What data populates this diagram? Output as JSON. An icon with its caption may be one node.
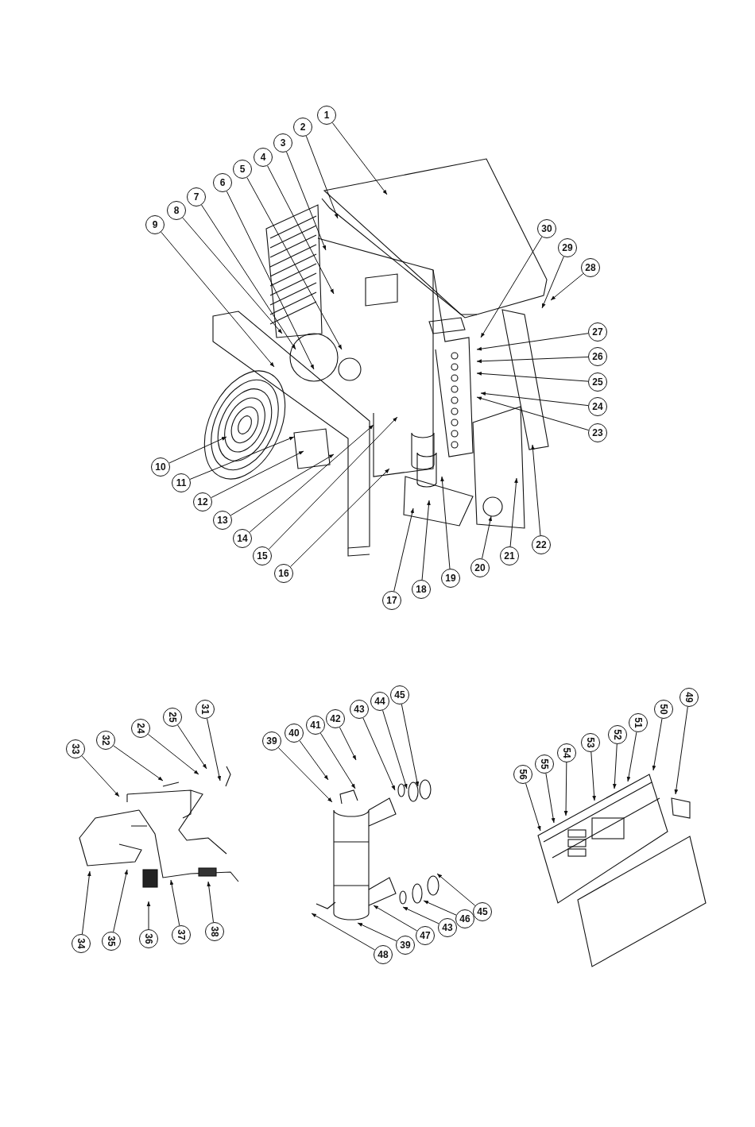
{
  "diagram": {
    "nodes": [
      {
        "text": [
          "1"
        ]
      },
      {
        "text": [
          "2"
        ]
      },
      {
        "text": [
          "3"
        ]
      },
      {
        "text": [
          "4"
        ]
      },
      {
        "text": [
          "5"
        ]
      },
      {
        "text": [
          "6"
        ]
      },
      {
        "text": [
          "7"
        ]
      },
      {
        "text": [
          "8"
        ]
      },
      {
        "text": [
          "9"
        ]
      },
      {
        "text": [
          "10"
        ]
      },
      {
        "text": [
          "11"
        ]
      },
      {
        "text": [
          "12"
        ]
      },
      {
        "text": [
          "13"
        ]
      },
      {
        "text": [
          "14"
        ]
      },
      {
        "text": [
          "15"
        ]
      },
      {
        "text": [
          "16"
        ]
      },
      {
        "text": [
          "17"
        ]
      },
      {
        "text": [
          "18"
        ]
      },
      {
        "text": [
          "19"
        ]
      },
      {
        "text": [
          "20"
        ]
      },
      {
        "text": [
          "21"
        ]
      },
      {
        "text": [
          "22"
        ]
      },
      {
        "text": [
          "23"
        ]
      },
      {
        "text": [
          "24"
        ]
      },
      {
        "text": [
          "25"
        ]
      },
      {
        "text": [
          "26"
        ]
      },
      {
        "text": [
          "27"
        ]
      },
      {
        "text": [
          "28"
        ]
      },
      {
        "text": [
          "29"
        ]
      },
      {
        "text": [
          "30"
        ]
      },
      {
        "text": [
          "33"
        ]
      },
      {
        "text": [
          "32"
        ]
      },
      {
        "text": [
          "24"
        ]
      },
      {
        "text": [
          "25"
        ]
      },
      {
        "text": [
          "31"
        ]
      },
      {
        "text": [
          "34"
        ]
      },
      {
        "text": [
          "35"
        ]
      },
      {
        "text": [
          "36"
        ]
      },
      {
        "text": [
          "37"
        ]
      },
      {
        "text": [
          "38"
        ]
      },
      {
        "text": [
          "39"
        ]
      },
      {
        "text": [
          "40"
        ]
      },
      {
        "text": [
          "41"
        ]
      },
      {
        "text": [
          "42"
        ]
      },
      {
        "text": [
          "43"
        ]
      },
      {
        "text": [
          "44"
        ]
      },
      {
        "text": [
          "45"
        ]
      },
      {
        "text": [
          "48"
        ]
      },
      {
        "text": [
          "39"
        ]
      },
      {
        "text": [
          "47"
        ]
      },
      {
        "text": [
          "43"
        ]
      },
      {
        "text": [
          "46"
        ]
      },
      {
        "text": [
          "45"
        ]
      },
      {
        "text": [
          "56"
        ]
      },
      {
        "text": [
          "55"
        ]
      },
      {
        "text": [
          "54"
        ]
      },
      {
        "text": [
          "53"
        ]
      },
      {
        "text": [
          "52"
        ]
      },
      {
        "text": [
          "51"
        ]
      },
      {
        "text": [
          "50"
        ]
      },
      {
        "text": [
          "49"
        ]
      },
      {
        "text": [],
        "shape": "picture"
      },
      {
        "text": [],
        "shape": "picture"
      },
      {
        "text": [],
        "shape": "picture"
      }
    ],
    "edges": [
      {
        "from": 0,
        "to": null,
        "arrow": "to"
      },
      {
        "from": 1,
        "to": null,
        "arrow": "to"
      },
      {
        "from": 2,
        "to": null,
        "arrow": "to"
      },
      {
        "from": 3,
        "to": null,
        "arrow": "to"
      },
      {
        "from": 4,
        "to": null,
        "arrow": "to"
      },
      {
        "from": 5,
        "to": null,
        "arrow": "to"
      },
      {
        "from": 6,
        "to": null,
        "arrow": "to"
      },
      {
        "from": 7,
        "to": null,
        "arrow": "to"
      },
      {
        "from": 8,
        "to": null,
        "arrow": "to"
      },
      {
        "from": 9,
        "to": null,
        "arrow": "to"
      },
      {
        "from": 10,
        "to": null,
        "arrow": "to"
      },
      {
        "from": 11,
        "to": null,
        "arrow": "to"
      },
      {
        "from": 12,
        "to": null,
        "arrow": "to"
      },
      {
        "from": 13,
        "to": null,
        "arrow": "to"
      },
      {
        "from": 14,
        "to": null,
        "arrow": "to"
      },
      {
        "from": 15,
        "to": null,
        "arrow": "to"
      },
      {
        "from": 16,
        "to": null,
        "arrow": "to"
      },
      {
        "from": 17,
        "to": null,
        "arrow": "to"
      },
      {
        "from": 18,
        "to": null,
        "arrow": "to"
      },
      {
        "from": 19,
        "to": null,
        "arrow": "to"
      },
      {
        "from": 20,
        "to": null,
        "arrow": "to"
      },
      {
        "from": 21,
        "to": null,
        "arrow": "to"
      },
      {
        "from": 22,
        "to": null,
        "arrow": "to"
      },
      {
        "from": 23,
        "to": null,
        "arrow": "to"
      },
      {
        "from": 24,
        "to": null,
        "arrow": "to"
      },
      {
        "from": 25,
        "to": null,
        "arrow": "to"
      },
      {
        "from": 26,
        "to": null,
        "arrow": "to"
      },
      {
        "from": 27,
        "to": null,
        "arrow": "to"
      },
      {
        "from": 28,
        "to": null,
        "arrow": "to"
      },
      {
        "from": 29,
        "to": null,
        "arrow": "to"
      },
      {
        "from": 30,
        "to": 61,
        "arrow": "to"
      },
      {
        "from": 31,
        "to": 61,
        "arrow": "to"
      },
      {
        "from": 32,
        "to": 61,
        "arrow": "to"
      },
      {
        "from": 33,
        "to": 61,
        "arrow": "to"
      },
      {
        "from": 34,
        "to": 61,
        "arrow": "to"
      },
      {
        "from": 35,
        "to": 61,
        "arrow": "to"
      },
      {
        "from": 36,
        "to": 61,
        "arrow": "to"
      },
      {
        "from": 37,
        "to": 61,
        "arrow": "to"
      },
      {
        "from": 38,
        "to": 61,
        "arrow": "to"
      },
      {
        "from": 39,
        "to": 61,
        "arrow": "to"
      },
      {
        "from": 40,
        "to": 62,
        "arrow": "to"
      },
      {
        "from": 41,
        "to": 62,
        "arrow": "to"
      },
      {
        "from": 42,
        "to": 62,
        "arrow": "to"
      },
      {
        "from": 43,
        "to": 62,
        "arrow": "to"
      },
      {
        "from": 44,
        "to": 62,
        "arrow": "to"
      },
      {
        "from": 45,
        "to": 62,
        "arrow": "to"
      },
      {
        "from": 46,
        "to": 62,
        "arrow": "to"
      },
      {
        "from": 47,
        "to": 62,
        "arrow": "to"
      },
      {
        "from": 48,
        "to": 62,
        "arrow": "to"
      },
      {
        "from": 49,
        "to": 62,
        "arrow": "to"
      },
      {
        "from": 50,
        "to": 62,
        "arrow": "to"
      },
      {
        "from": 51,
        "to": 62,
        "arrow": "to"
      },
      {
        "from": 52,
        "to": 62,
        "arrow": "to"
      },
      {
        "from": 53,
        "to": 63,
        "arrow": "to"
      },
      {
        "from": 54,
        "to": 63,
        "arrow": "to"
      },
      {
        "from": 55,
        "to": 63,
        "arrow": "to"
      },
      {
        "from": 56,
        "to": 63,
        "arrow": "to"
      },
      {
        "from": 57,
        "to": 63,
        "arrow": "to"
      },
      {
        "from": 58,
        "to": 63,
        "arrow": "to"
      },
      {
        "from": 59,
        "to": 63,
        "arrow": "to"
      },
      {
        "from": 60,
        "to": 63,
        "arrow": "to"
      }
    ]
  }
}
